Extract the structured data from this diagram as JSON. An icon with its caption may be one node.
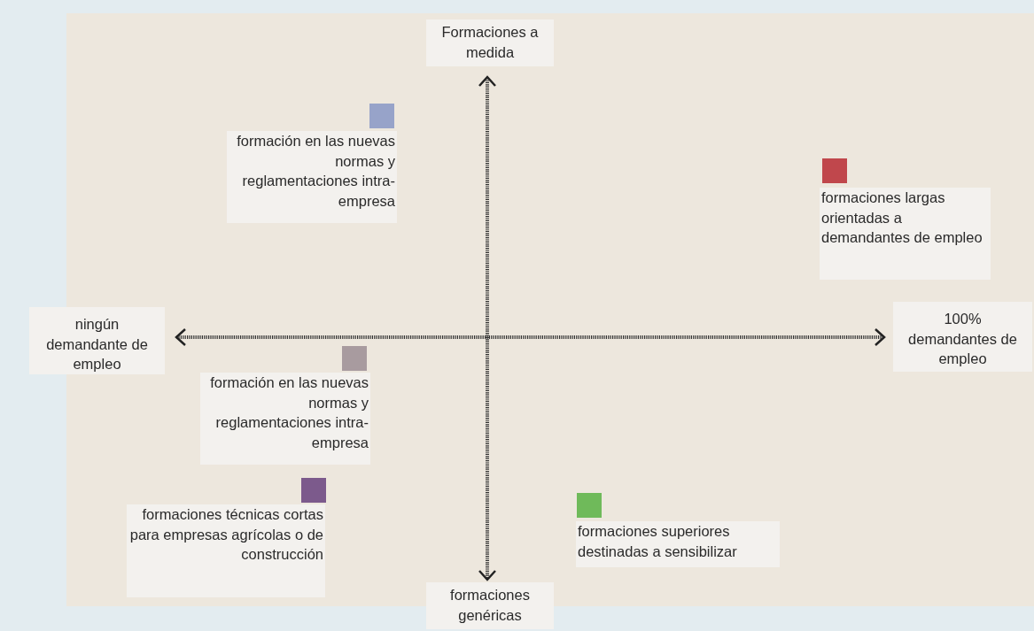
{
  "diagram": {
    "nodes": [
      {
        "text": [
          "formación en las nuevas normas y reglamentaciones intra-empresa"
        ]
      },
      {
        "text": [
          "formaciones largas orientadas a demandantes de empleo"
        ]
      },
      {
        "text": [
          "formación en las nuevas normas y reglamentaciones intra-empresa"
        ]
      },
      {
        "text": [
          "formaciones técnicas cortas para empresas agrícolas o de construcción"
        ]
      },
      {
        "text": [
          "formaciones superiores destinadas a sensibilizar"
        ]
      }
    ],
    "labels": [
      "Formaciones a medida",
      "ningún demandante de empleo",
      "100% demandantes de empleo",
      "formaciones genéricas"
    ]
  }
}
